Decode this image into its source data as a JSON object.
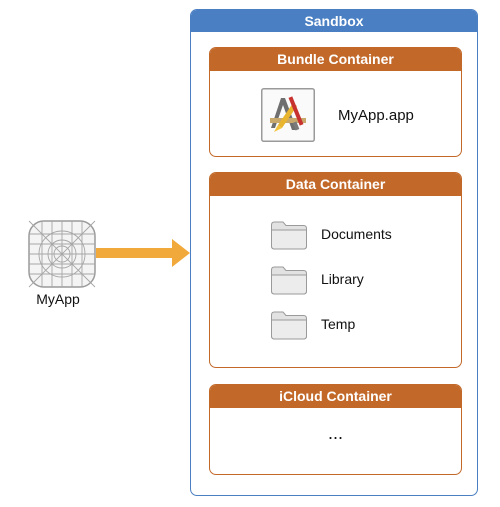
{
  "app": {
    "label": "MyApp"
  },
  "sandbox": {
    "title": "Sandbox"
  },
  "bundle_container": {
    "title": "Bundle Container",
    "item_label": "MyApp.app"
  },
  "data_container": {
    "title": "Data Container",
    "folders": [
      {
        "label": "Documents",
        "icon": "folder-icon"
      },
      {
        "label": "Library",
        "icon": "folder-icon"
      },
      {
        "label": "Temp",
        "icon": "folder-icon"
      }
    ]
  },
  "icloud_container": {
    "title": "iCloud Container",
    "content": "..."
  },
  "colors": {
    "sandbox_blue": "#4a7fc3",
    "container_orange": "#c2692a",
    "arrow_orange": "#f2a93b"
  }
}
